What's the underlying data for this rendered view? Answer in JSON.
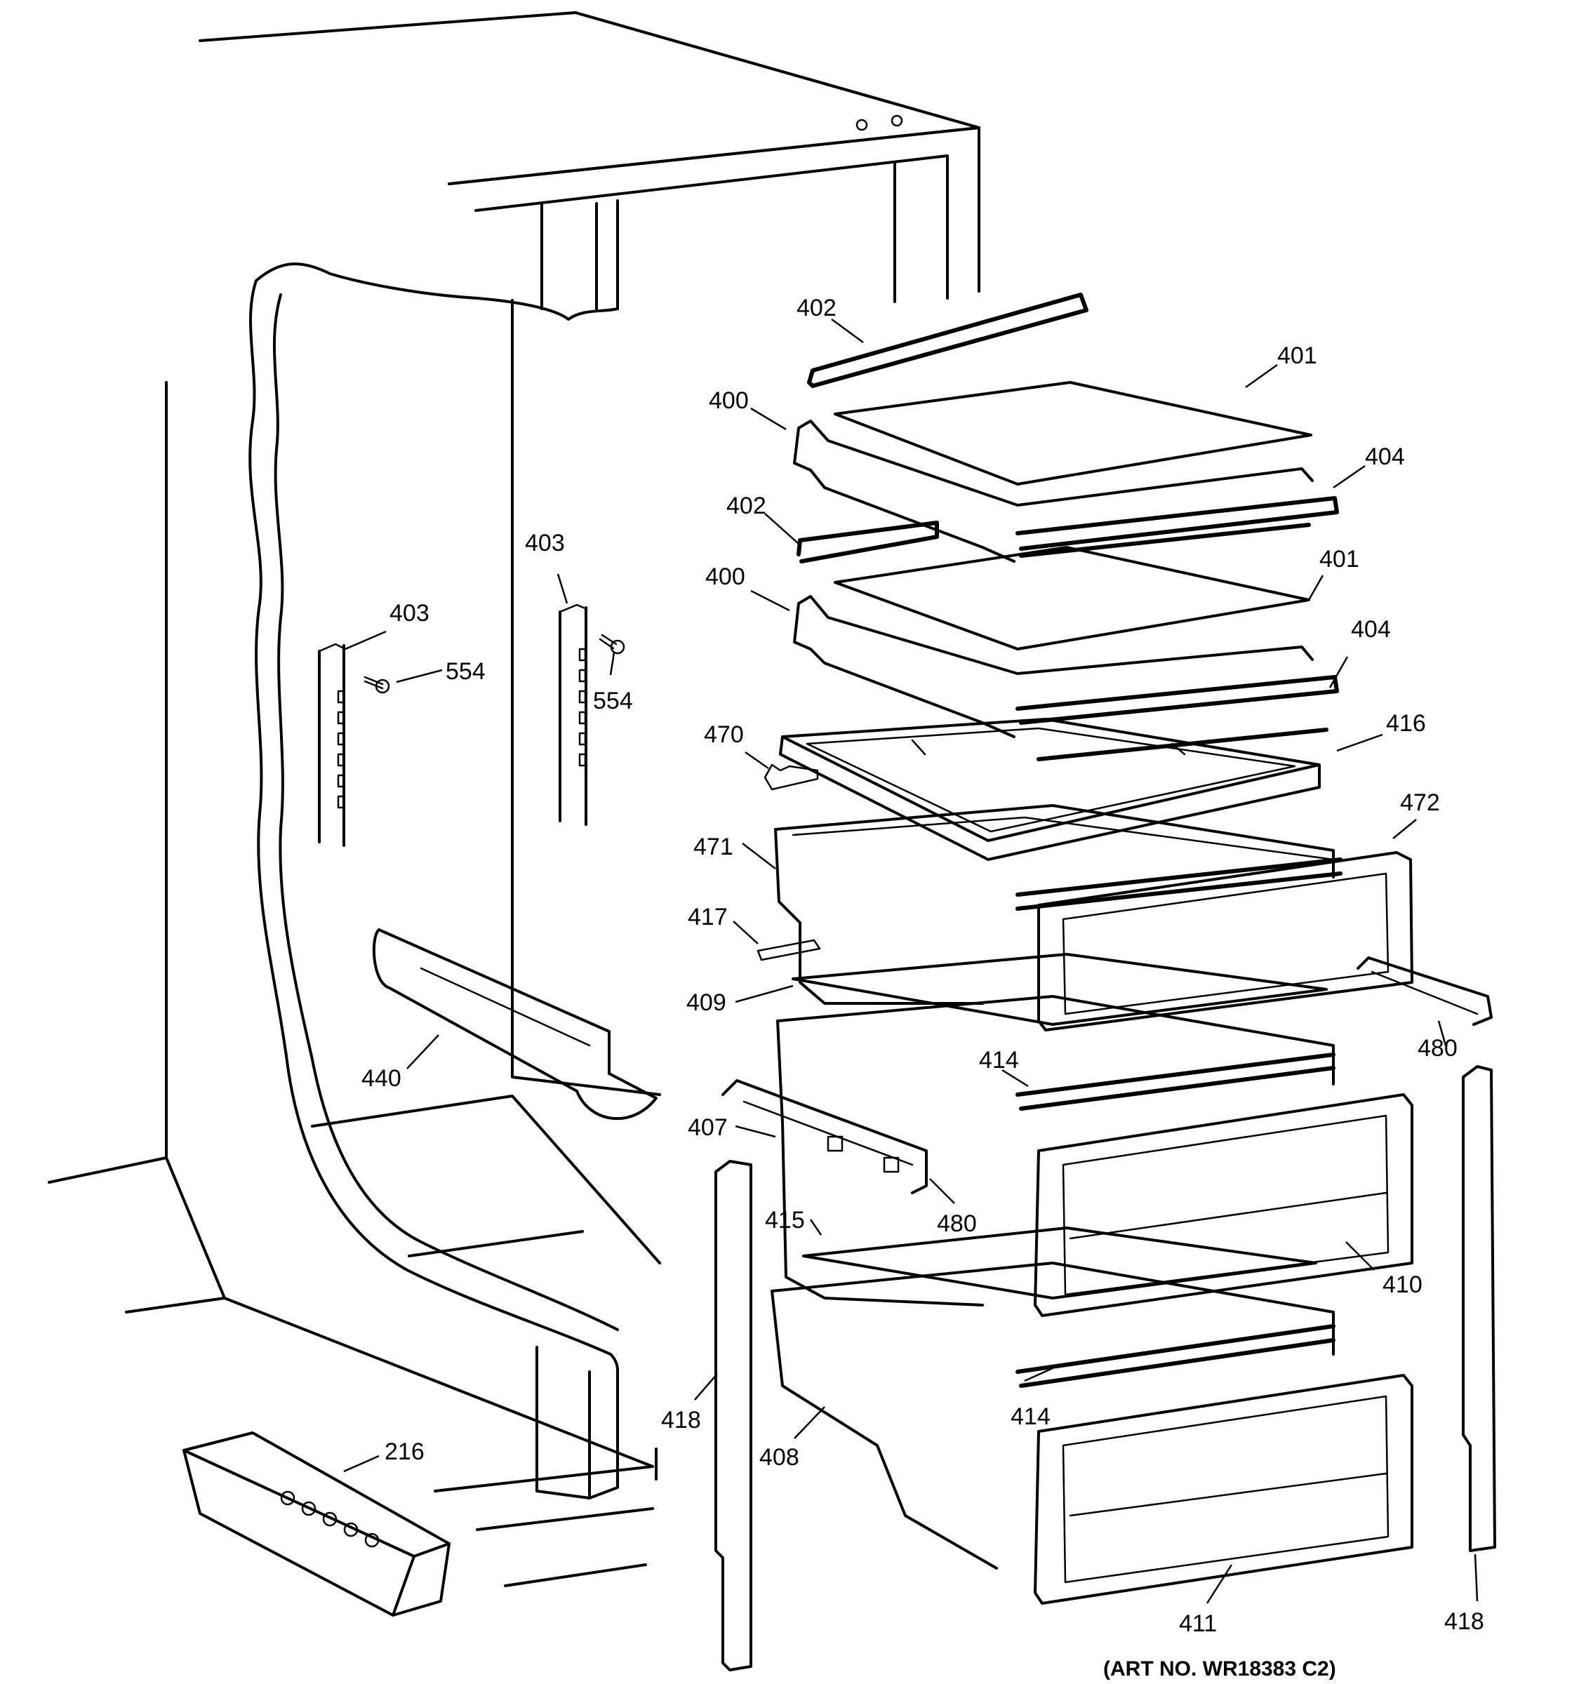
{
  "diagram": {
    "caption": "(ART NO. WR18383 C2)",
    "labels": {
      "l402a": "402",
      "l401a": "401",
      "l400a": "400",
      "l404a": "404",
      "l402b": "402",
      "l401b": "401",
      "l400b": "400",
      "l404b": "404",
      "l403a": "403",
      "l403b": "403",
      "l554a": "554",
      "l554b": "554",
      "l470": "470",
      "l416": "416",
      "l472": "472",
      "l471": "471",
      "l417": "417",
      "l409": "409",
      "l414a": "414",
      "l480a": "480",
      "l440": "440",
      "l407": "407",
      "l480b": "480",
      "l415": "415",
      "l410": "410",
      "l418a": "418",
      "l408": "408",
      "l414b": "414",
      "l216": "216",
      "l411": "411",
      "l418b": "418"
    }
  }
}
